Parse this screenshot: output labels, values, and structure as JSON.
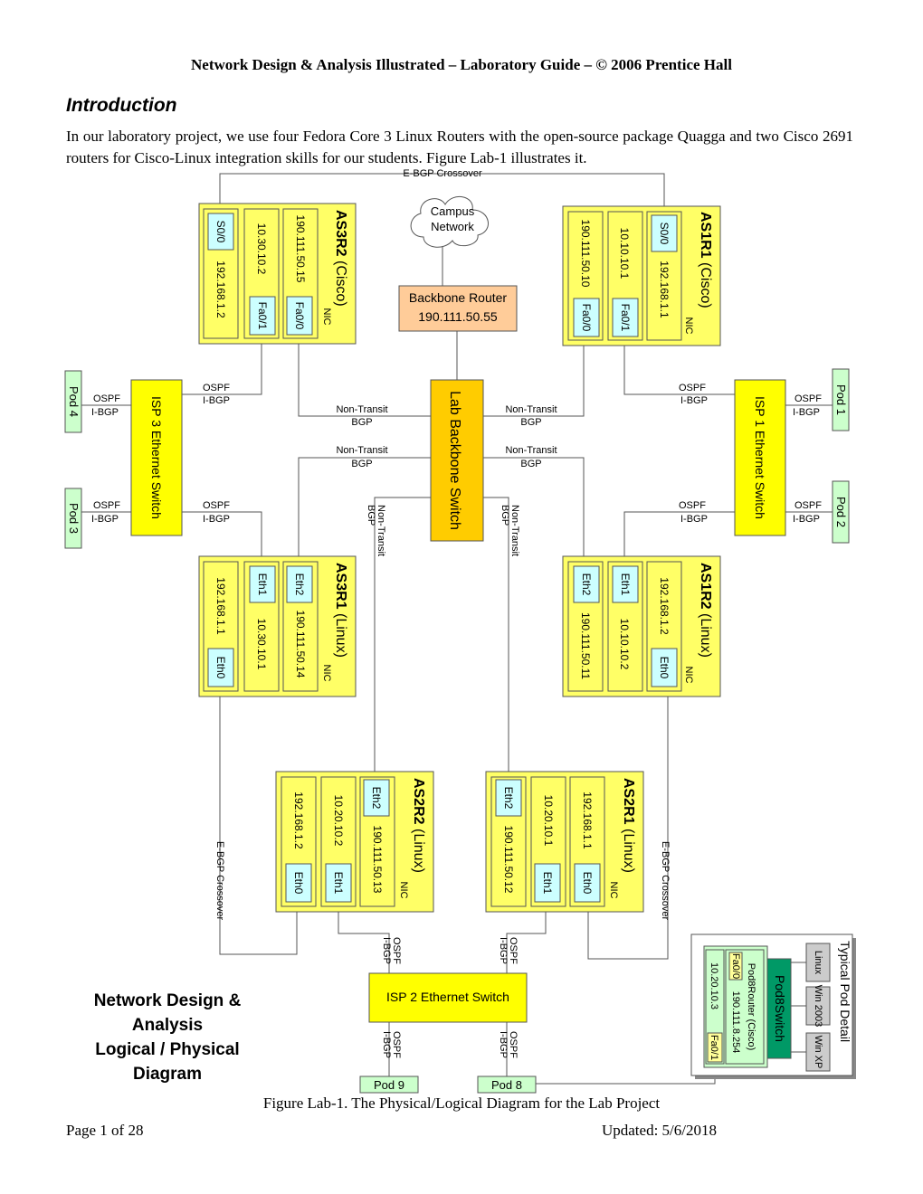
{
  "header": "Network Design & Analysis Illustrated – Laboratory Guide – © 2006 Prentice Hall",
  "intro": {
    "title": "Introduction",
    "body": "In our laboratory project, we use four Fedora Core 3 Linux Routers with the open-source package Quagga and two Cisco 2691 routers for Cisco-Linux integration skills for our students. Figure Lab-1 illustrates it."
  },
  "diagram": {
    "campus": [
      "Campus",
      "Network"
    ],
    "backbone_router": {
      "name": "Backbone Router",
      "ip": "190.111.50.55"
    },
    "lab_switch": "Lab Backbone Switch",
    "ebgp_crossover": "E-BGP Crossover",
    "nic": "NIC",
    "links": {
      "ospf": "OSPF",
      "ibgp": "I-BGP",
      "non_transit": "Non-Transit",
      "bgp": "BGP"
    },
    "routers": {
      "as3r2": {
        "title": "AS3R2",
        "type": "(Cisco)",
        "col1_iface": "S0/0",
        "col1_ip": "192.168.1.2",
        "col2_ip": "10.30.10.2",
        "col2_iface": "Fa0/1",
        "col3_ip": "190.111.50.15",
        "col3_iface": "Fa0/0"
      },
      "as1r1": {
        "title": "AS1R1",
        "type": "(Cisco)",
        "col1_ip": "190.111.50.10",
        "col1_iface": "Fa0/0",
        "col2_ip": "10.10.10.1",
        "col2_iface": "Fa0/1",
        "col3_iface": "S0/0",
        "col3_ip": "192.168.1.1"
      },
      "as3r1": {
        "title": "AS3R1",
        "type": "(Linux)",
        "col1_ip": "192.168.1.1",
        "col1_iface": "Eth0",
        "col2_iface": "Eth1",
        "col2_ip": "10.30.10.1",
        "col3_iface": "Eth2",
        "col3_ip": "190.111.50.14"
      },
      "as1r2": {
        "title": "AS1R2",
        "type": "(Linux)",
        "col1_iface": "Eth2",
        "col1_ip": "190.111.50.11",
        "col2_iface": "Eth1",
        "col2_ip": "10.10.10.2",
        "col3_ip": "192.168.1.2",
        "col3_iface": "Eth0"
      },
      "as2r2": {
        "title": "AS2R2",
        "type": "(Linux)",
        "col1_ip": "192.168.1.2",
        "col1_iface": "Eth0",
        "col2_ip": "10.20.10.2",
        "col2_iface": "Eth1",
        "col3_iface": "Eth2",
        "col3_ip": "190.111.50.13"
      },
      "as2r1": {
        "title": "AS2R1",
        "type": "(Linux)",
        "col1_iface": "Eth2",
        "col1_ip": "190.111.50.12",
        "col2_ip": "10.20.10.1",
        "col2_iface": "Eth1",
        "col3_ip": "192.168.1.1",
        "col3_iface": "Eth0"
      }
    },
    "switches": {
      "isp3": "ISP 3 Ethernet Switch",
      "isp1": "ISP 1 Ethernet Switch",
      "isp2": "ISP 2 Ethernet Switch"
    },
    "pods": {
      "pod1": "Pod 1",
      "pod2": "Pod 2",
      "pod3": "Pod 3",
      "pod4": "Pod 4",
      "pod8": "Pod 8",
      "pod9": "Pod 9"
    },
    "legend_title": [
      "Network Design &",
      "Analysis",
      "Logical / Physical",
      "Diagram"
    ],
    "pod_detail": {
      "title": "Typical Pod Detail",
      "switch": "Pod8Switch",
      "router": "Pod8Router (Cisco)",
      "router_ip1": "190.111.8.254",
      "router_ip2": "10.20.10.3",
      "iface1": "Fa0/0",
      "iface2": "Fa0/1",
      "hosts": [
        "Linux",
        "Win 2003",
        "Win XP"
      ]
    },
    "colors": {
      "router_box": "#ffff66",
      "iface": "#ccffff",
      "backbone_router": "#ffcc99",
      "lab_switch": "#ffcc00",
      "isp_switch": "#ffff00",
      "pod": "#ccffcc",
      "pod_switch": "#009966",
      "host": "#cccccc"
    }
  },
  "caption": "Figure Lab-1. The Physical/Logical Diagram for the Lab Project",
  "footer": {
    "page": "Page 1 of 28",
    "updated": "Updated: 5/6/2018"
  }
}
